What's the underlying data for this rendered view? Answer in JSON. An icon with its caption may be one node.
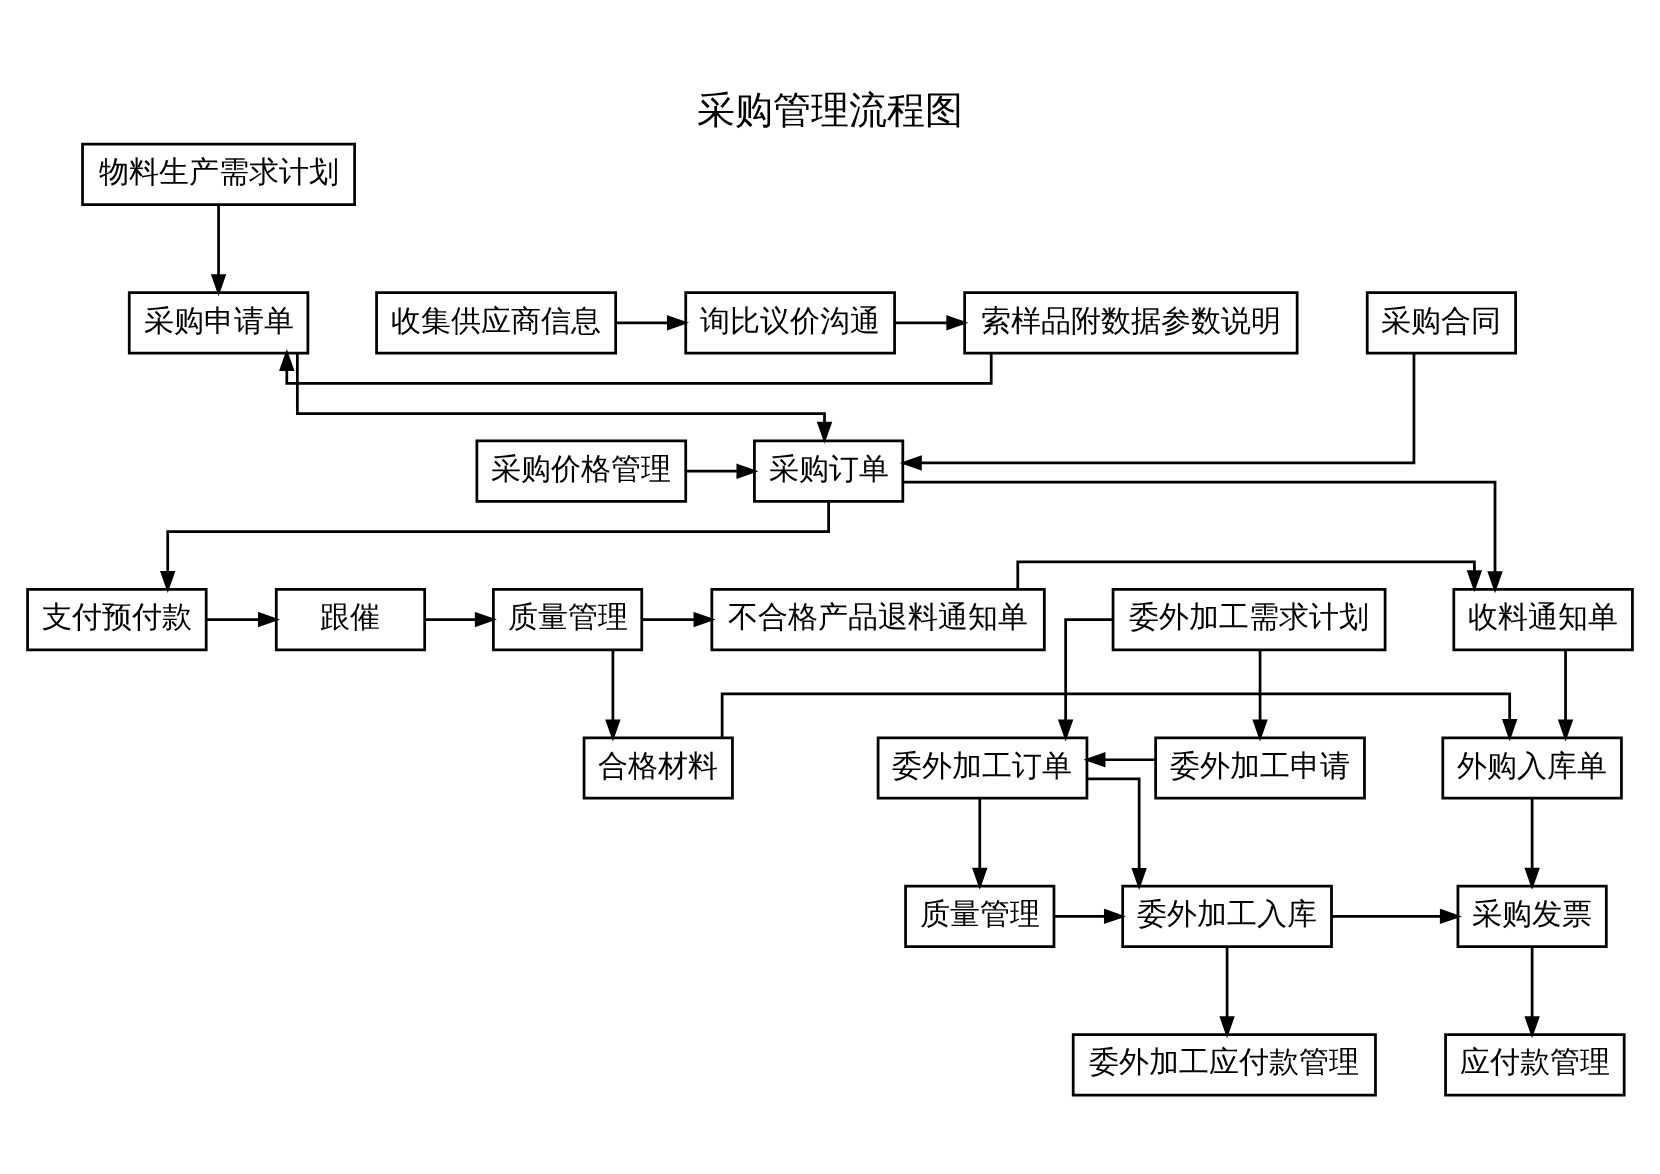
{
  "diagram": {
    "title": "采购管理流程图",
    "nodes": [
      {
        "text": [
          "物料生产需求计划"
        ]
      },
      {
        "text": [
          "收集供应商信息"
        ]
      },
      {
        "text": [
          "询比议价沟通"
        ]
      },
      {
        "text": [
          "索样品附数据参数说明"
        ]
      },
      {
        "text": [
          "采购申请单"
        ]
      },
      {
        "text": [
          "采购合同"
        ]
      },
      {
        "text": [
          "采购价格管理"
        ]
      },
      {
        "text": [
          "采购订单"
        ]
      },
      {
        "text": [
          "支付预付款"
        ]
      },
      {
        "text": [
          "跟催"
        ]
      },
      {
        "text": [
          "质量管理"
        ]
      },
      {
        "text": [
          "不合格产品退料通知单"
        ]
      },
      {
        "text": [
          "收料通知单"
        ]
      },
      {
        "text": [
          "委外加工需求计划"
        ]
      },
      {
        "text": [
          "合格材料"
        ]
      },
      {
        "text": [
          "外购入库单"
        ]
      },
      {
        "text": [
          "委外加工订单"
        ]
      },
      {
        "text": [
          "委外加工申请"
        ]
      },
      {
        "text": [
          "采购发票"
        ]
      },
      {
        "text": [
          "委外加工入库"
        ]
      },
      {
        "text": [
          "质量管理"
        ]
      },
      {
        "text": [
          "应付款管理"
        ]
      },
      {
        "text": [
          "委外加工应付款管理"
        ]
      }
    ],
    "edges": [
      {
        "from": 0,
        "to": 4,
        "arrow": "to"
      },
      {
        "from": 1,
        "to": 2,
        "arrow": "to"
      },
      {
        "from": 2,
        "to": 3,
        "arrow": "to"
      },
      {
        "from": 3,
        "to": 4,
        "arrow": "to"
      },
      {
        "from": 4,
        "to": 7,
        "arrow": "to"
      },
      {
        "from": 5,
        "to": 7,
        "arrow": "to"
      },
      {
        "from": 6,
        "to": 7,
        "arrow": "to"
      },
      {
        "from": 7,
        "to": 8,
        "arrow": "to"
      },
      {
        "from": 7,
        "to": 12,
        "arrow": "to"
      },
      {
        "from": 8,
        "to": 9,
        "arrow": "to"
      },
      {
        "from": 9,
        "to": 10,
        "arrow": "to"
      },
      {
        "from": 10,
        "to": 11,
        "arrow": "to"
      },
      {
        "from": 11,
        "to": 12,
        "arrow": "to"
      },
      {
        "from": 10,
        "to": 14,
        "arrow": "to"
      },
      {
        "from": 12,
        "to": 15,
        "arrow": "to"
      },
      {
        "from": 14,
        "to": 15,
        "arrow": "to"
      },
      {
        "from": 13,
        "to": 16,
        "arrow": "to"
      },
      {
        "from": 13,
        "to": 17,
        "arrow": "to"
      },
      {
        "from": 17,
        "to": 16,
        "arrow": "to"
      },
      {
        "from": 16,
        "to": 19,
        "arrow": "to"
      },
      {
        "from": 16,
        "to": 20,
        "arrow": "to"
      },
      {
        "from": 20,
        "to": 19,
        "arrow": "to"
      },
      {
        "from": 19,
        "to": 18,
        "arrow": "to"
      },
      {
        "from": 15,
        "to": 18,
        "arrow": "to"
      },
      {
        "from": 18,
        "to": 21,
        "arrow": "to"
      },
      {
        "from": 19,
        "to": 22,
        "arrow": "to"
      }
    ]
  }
}
